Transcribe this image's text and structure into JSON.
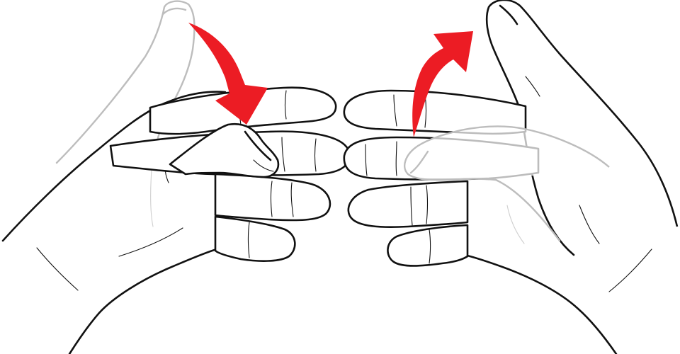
{
  "figure": {
    "background": "#ffffff",
    "line_color": "#111111",
    "ghost_color": "#bdbdbd",
    "arrow_color": "#ec1c24",
    "arrows": [
      {
        "name": "left-thumb-arrow",
        "direction": "down"
      },
      {
        "name": "right-thumb-arrow",
        "direction": "up"
      }
    ]
  }
}
